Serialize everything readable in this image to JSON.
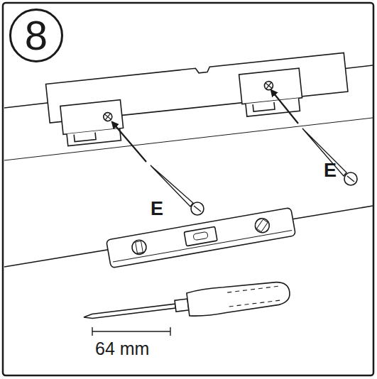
{
  "diagram": {
    "nodes": [
      {
        "text": [
          "8"
        ]
      }
    ],
    "labels": [
      "E",
      "E",
      "64 mm"
    ]
  }
}
